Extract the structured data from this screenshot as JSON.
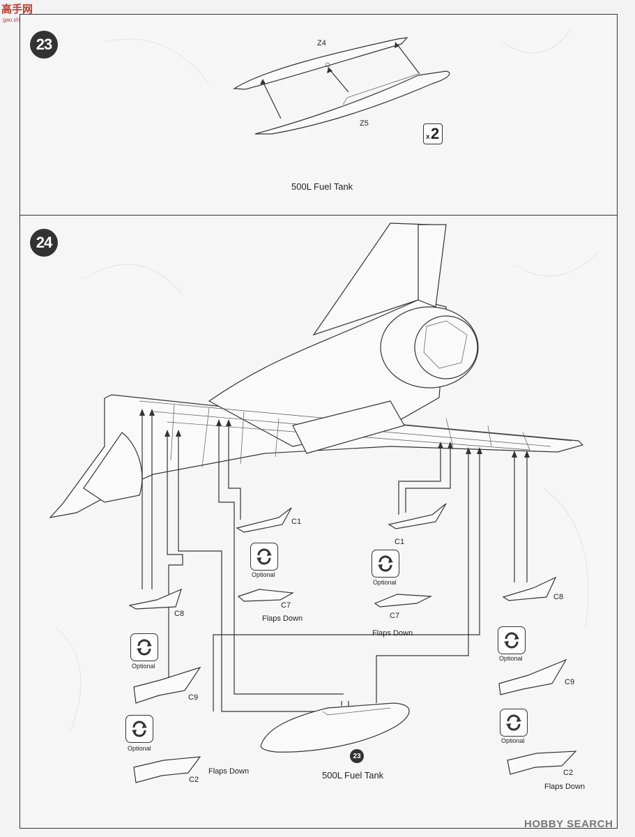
{
  "site_logo": {
    "name": "高手网",
    "sub": "gao.shou.com"
  },
  "watermark": "HOBBY SEARCH",
  "step23": {
    "number": "23",
    "part_labels": {
      "top": "Z4",
      "bottom": "Z5"
    },
    "quantity": {
      "prefix": "x",
      "count": "2"
    },
    "caption": "500L Fuel Tank"
  },
  "step24": {
    "number": "24",
    "parts": {
      "c1_left": "C1",
      "c1_right": "C1",
      "c7_left": "C7",
      "c7_right": "C7",
      "c8_left": "C8",
      "c8_right": "C8",
      "c9_left": "C9",
      "c9_right": "C9",
      "c2_left": "C2",
      "c2_right": "C2"
    },
    "optional_label": "Optional",
    "flaps_down_label": "Flaps Down",
    "tank_ref_badge": "23",
    "tank_caption": "500L Fuel Tank"
  },
  "icons": [
    "rotate-optional-icon",
    "arrow-icon"
  ]
}
